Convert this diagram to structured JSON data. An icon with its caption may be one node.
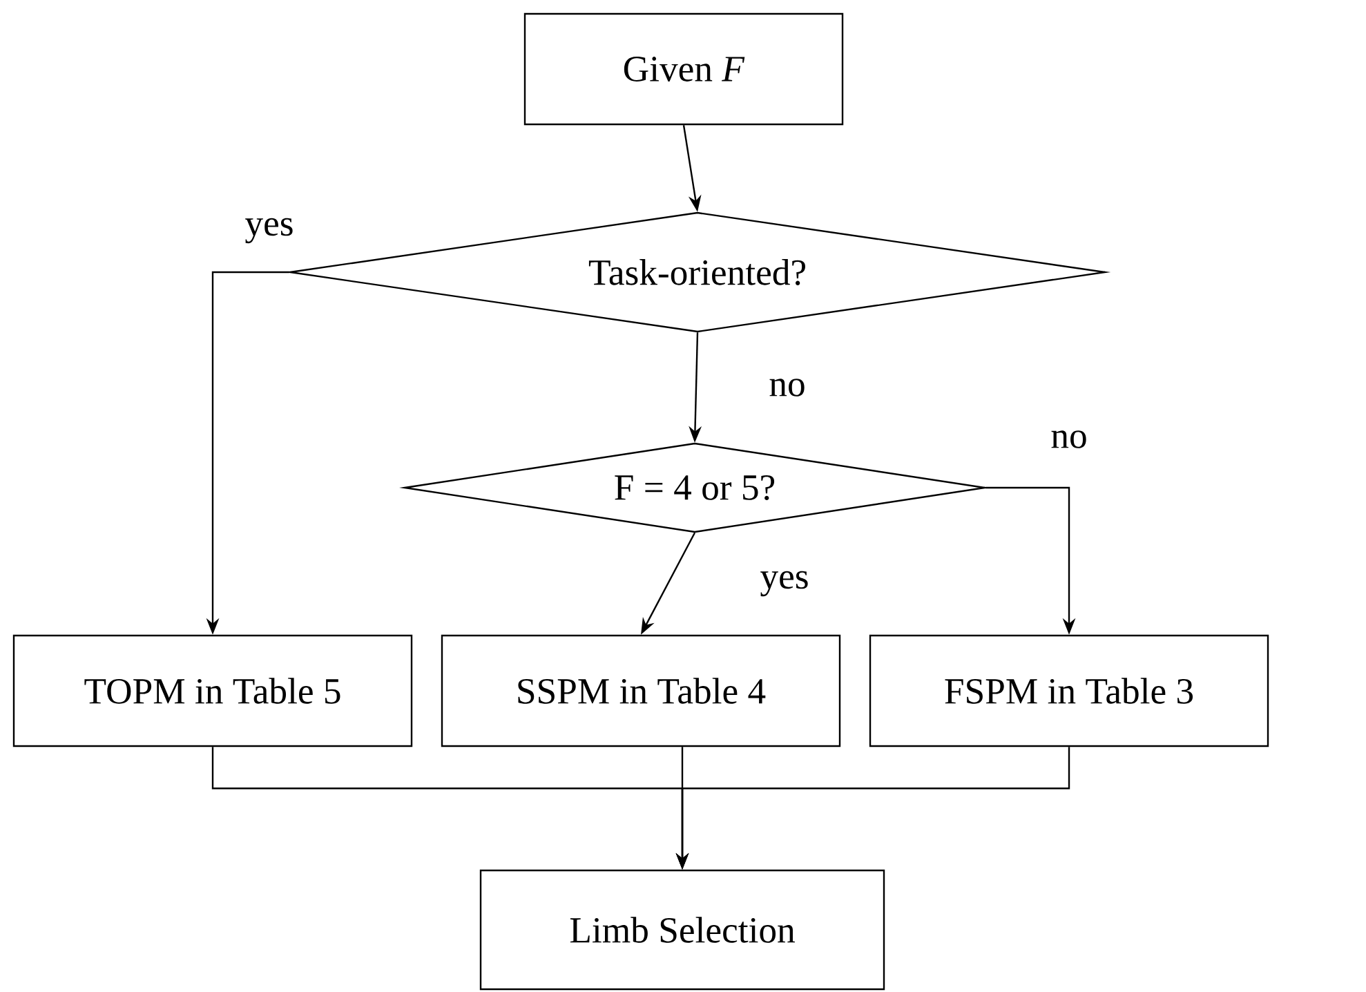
{
  "diagram": {
    "nodes": [
      {
        "text": [
          "Given *F*"
        ]
      },
      {
        "text": [
          "Task-oriented?"
        ]
      },
      {
        "text": [
          "F = 4 or 5?"
        ]
      },
      {
        "text": [
          "TOPM in Table 5"
        ]
      },
      {
        "text": [
          "SSPM in Table 4"
        ]
      },
      {
        "text": [
          "FSPM in Table 3"
        ]
      },
      {
        "text": [
          "Limb Selection"
        ]
      }
    ],
    "edges": [
      {
        "from": 0,
        "to": 1,
        "arrow": "to"
      },
      {
        "from": 1,
        "to": 3,
        "arrow": "to",
        "label": "yes"
      },
      {
        "from": 1,
        "to": 2,
        "arrow": "to",
        "label": "no"
      },
      {
        "from": 2,
        "to": 4,
        "arrow": "to",
        "label": "yes"
      },
      {
        "from": 2,
        "to": 5,
        "arrow": "to",
        "label": "no"
      },
      {
        "from": 3,
        "to": 6,
        "arrow": "to"
      },
      {
        "from": 4,
        "to": 6,
        "arrow": "to"
      },
      {
        "from": 5,
        "to": 6,
        "arrow": "to"
      }
    ]
  }
}
